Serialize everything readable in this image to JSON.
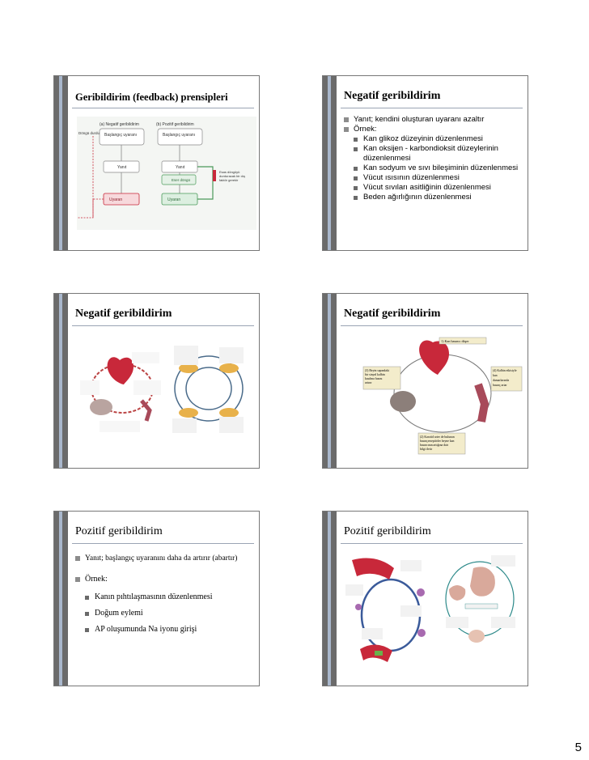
{
  "page": {
    "number": "5"
  },
  "slides": [
    {
      "title": "Geribildirim (feedback) prensipleri",
      "diagram": {
        "labels": {
          "neg": "(a) Negatif geribildirim",
          "pos": "(b) Pozitif geribildirim",
          "loop_stop": "Döngü durdurulur",
          "start1": "Başlangıç uyaranı",
          "start2": "Başlangıç uyaranı",
          "resp1": "Yanıt",
          "resp2": "Yanıt",
          "loop": "Eser döngü",
          "stim_down": "Uyaran",
          "stim_up": "Uyaran",
          "note": "Esas döngüyü durduracak bir dış faktör gerekir"
        }
      }
    },
    {
      "title": "Negatif geribildirim",
      "bullets": [
        {
          "text": "Yanıt; kendini oluşturan uyaranı azaltır"
        },
        {
          "text": "Örnek:",
          "sub": [
            "Kan glikoz düzeyinin düzenlenmesi",
            "Kan oksijen - karbondioksit düzeylerinin düzenlenmesi",
            "Kan sodyum ve sıvı bileşiminin düzenlenmesi",
            "Vücut ısısının düzenlenmesi",
            "Vücut sıvıları asitliğinin düzenlenmesi",
            "Beden ağırlığının düzenlenmesi"
          ]
        }
      ]
    },
    {
      "title": "Negatif geribildirim"
    },
    {
      "title": "Negatif geribildirim",
      "cycle": {
        "label1": "1) Kan basıncı düşer",
        "label2": "(3) Beyin sapındaki bir sinyal kalbin kasılma hızını artırır",
        "label3": "(4) Kalbin etkisiyle kan damarlarında basınç artar",
        "label4": "(2) Karotid arter de bulunan basınçreseptörler beyne kan basıncının artığına dair bilgi iletir"
      }
    },
    {
      "title": "Pozitif geribildirim",
      "bullets": [
        {
          "text": "Yanıt; başlangıç uyaranını daha da artırır (abartır)"
        },
        {
          "text": "Örnek:",
          "sub": [
            "Kanın pıhtılaşmasının düzenlenmesi",
            "Doğum eylemi",
            "AP oluşumunda Na iyonu girişi"
          ]
        }
      ]
    },
    {
      "title": "Pozitif geribildirim"
    }
  ],
  "colors": {
    "accent": "#a9b7cc",
    "sidebar": "#6b6b6b",
    "red": "#c8283a",
    "green": "#4a9a5a"
  }
}
